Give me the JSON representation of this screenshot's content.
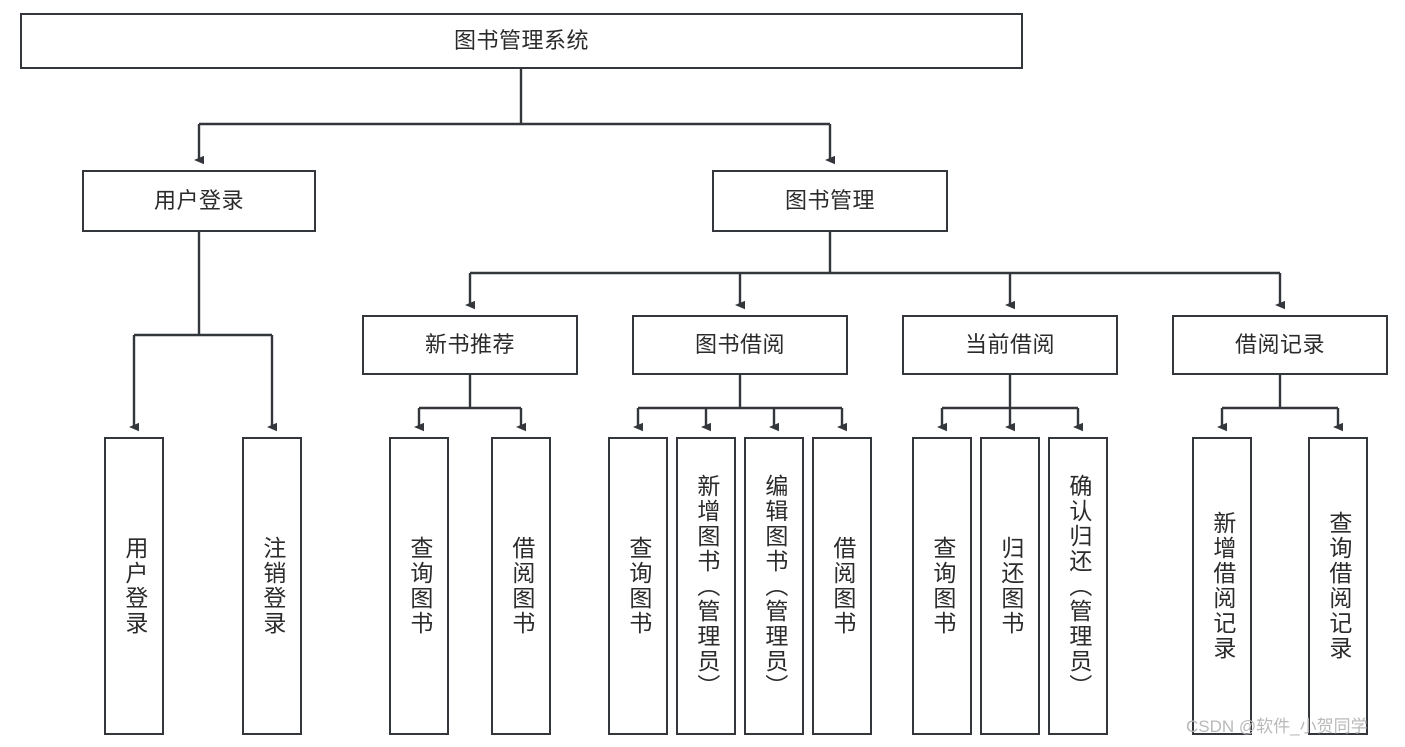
{
  "diagram": {
    "type": "tree-hierarchy-chart",
    "title": "图书管理系统",
    "orientation": "top-down",
    "line_color": "#33363b",
    "box_fill": "#ffffff",
    "text_color": "#2b2b2b"
  },
  "watermark": {
    "text": "CSDN @软件_小贺同学",
    "color": "#b9b9b9"
  },
  "nodes": {
    "root": {
      "label": "图书管理系统",
      "level": 0
    },
    "level1": [
      {
        "label": "用户登录"
      },
      {
        "label": "图书管理"
      }
    ],
    "level2": [
      {
        "label": "新书推荐"
      },
      {
        "label": "图书借阅"
      },
      {
        "label": "当前借阅"
      },
      {
        "label": "借阅记录"
      }
    ],
    "leaves": {
      "user_login": [
        {
          "label": "用户登录"
        },
        {
          "label": "注销登录"
        }
      ],
      "new_book_recommend": [
        {
          "label": "查询图书"
        },
        {
          "label": "借阅图书"
        }
      ],
      "book_borrow": [
        {
          "label": "查询图书"
        },
        {
          "label": "新增图书（管理员）"
        },
        {
          "label": "编辑图书（管理员）"
        },
        {
          "label": "借阅图书"
        }
      ],
      "current_borrow": [
        {
          "label": "查询图书"
        },
        {
          "label": "归还图书"
        },
        {
          "label": "确认归还（管理员）"
        }
      ],
      "borrow_record": [
        {
          "label": "新增借阅记录"
        },
        {
          "label": "查询借阅记录"
        }
      ]
    }
  }
}
